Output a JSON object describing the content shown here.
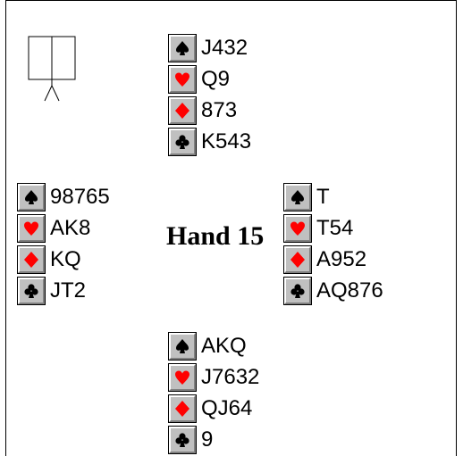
{
  "title": "Hand 15",
  "suits": {
    "spades": {
      "icon": "spade-icon",
      "color": "#000000"
    },
    "hearts": {
      "icon": "heart-icon",
      "color": "#ff0000"
    },
    "diamonds": {
      "icon": "diamond-icon",
      "color": "#ff0000"
    },
    "clubs": {
      "icon": "club-icon",
      "color": "#000000"
    }
  },
  "hands": {
    "north": {
      "spades": "J432",
      "hearts": "Q9",
      "diamonds": "873",
      "clubs": "K543"
    },
    "west": {
      "spades": "98765",
      "hearts": "AK8",
      "diamonds": "KQ",
      "clubs": "JT2"
    },
    "east": {
      "spades": "T",
      "hearts": "T54",
      "diamonds": "A952",
      "clubs": "AQ876"
    },
    "south": {
      "spades": "AKQ",
      "hearts": "J7632",
      "diamonds": "QJ64",
      "clubs": "9"
    }
  }
}
